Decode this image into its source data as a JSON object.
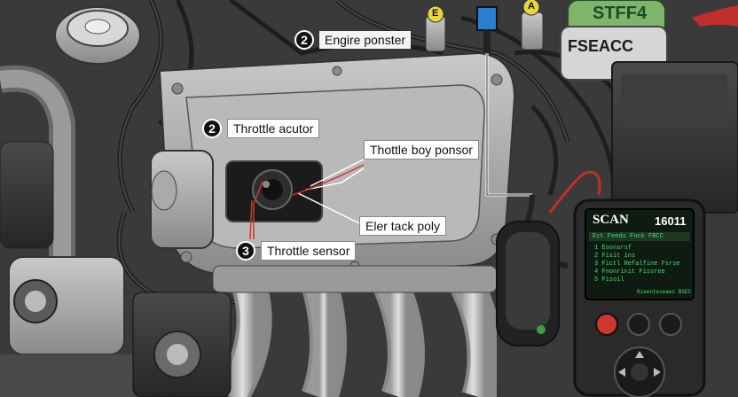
{
  "callouts": {
    "engine_sensor": {
      "number": "2",
      "label": "Engire ponster"
    },
    "throttle_actuator": {
      "number": "2",
      "label": "Throttle acutor"
    },
    "throttle_body_sensor": {
      "label": "Thottle boy ponsor"
    },
    "intake_body": {
      "label": "Eler tack poly"
    },
    "throttle_sensor": {
      "number": "3",
      "label": "Throttle sensor"
    }
  },
  "scanner": {
    "title": "SCAN",
    "code": "16011",
    "menu_bar": "Ect  Feeds  Fock  FBCC",
    "lines": [
      "1 Eoonsrsf",
      "2 Fisit ins",
      "3 Fictl Refalfine Fsrse",
      "4 Fnonrinit Fissree",
      "5 Fisoil"
    ],
    "footer": "Rieenteseaec BSEC"
  },
  "connector_tags": [
    "E",
    "A"
  ],
  "bottle_labels": [
    "STFF4",
    "FSEACC"
  ],
  "colors": {
    "scanner_screen_text": "#4fdc6a",
    "scanner_red_button": "#d0362f",
    "bottle_green": "#7fb56a",
    "tag_yellow": "#e8d73a",
    "connector_blue": "#2a7fd1",
    "wire_red": "#c0302a"
  }
}
